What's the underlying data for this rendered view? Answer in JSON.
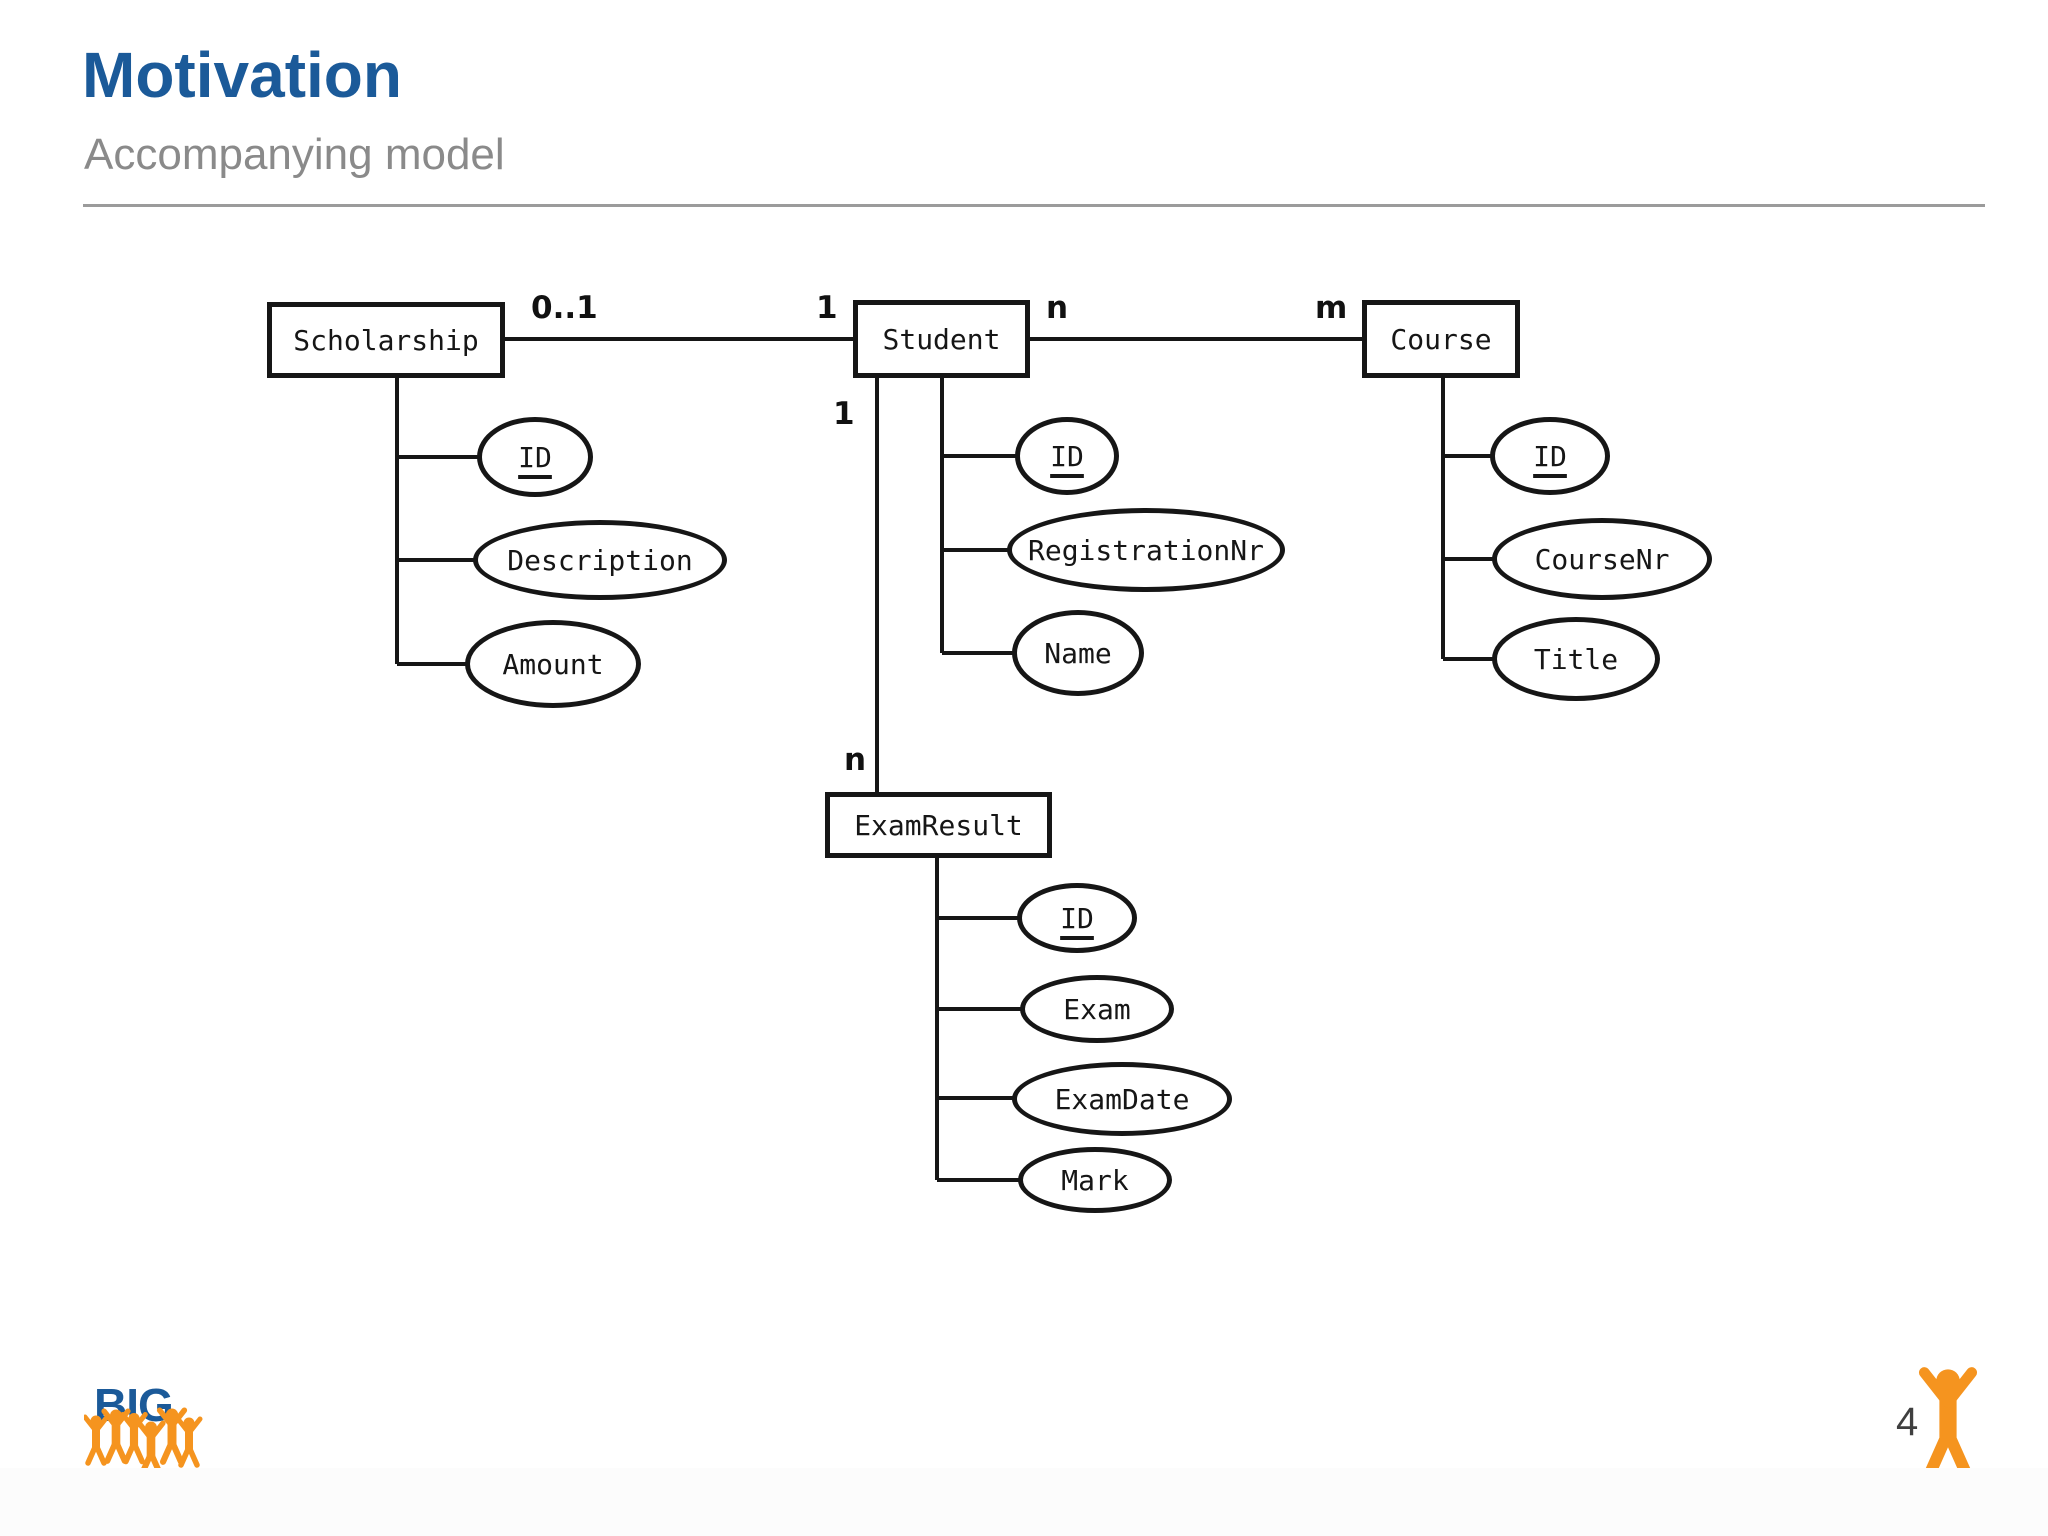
{
  "slide": {
    "title": "Motivation",
    "subtitle": "Accompanying model",
    "page_number": "4"
  },
  "diagram": {
    "type": "entity-relationship",
    "entities": [
      {
        "name": "Scholarship",
        "primary_key": "ID",
        "attributes": [
          "ID",
          "Description",
          "Amount"
        ]
      },
      {
        "name": "Student",
        "primary_key": "ID",
        "attributes": [
          "ID",
          "RegistrationNr",
          "Name"
        ]
      },
      {
        "name": "Course",
        "primary_key": "ID",
        "attributes": [
          "ID",
          "CourseNr",
          "Title"
        ]
      },
      {
        "name": "ExamResult",
        "primary_key": "ID",
        "attributes": [
          "ID",
          "Exam",
          "ExamDate",
          "Mark"
        ]
      }
    ],
    "relationships": [
      {
        "from": "Scholarship",
        "to": "Student",
        "label_near_from": "0..1",
        "label_near_to": "1"
      },
      {
        "from": "Student",
        "to": "Course",
        "label_near_from": "n",
        "label_near_to": "m"
      },
      {
        "from": "Student",
        "to": "ExamResult",
        "label_near_from": "1",
        "label_near_to": "n"
      }
    ]
  },
  "footer": {
    "logo_text": "BIG",
    "logo_icon": "people-celebrating-icon",
    "page_icon": "person-arms-raised-icon"
  },
  "colors": {
    "title_blue": "#1b5a99",
    "subtitle_gray": "#8a8a8a",
    "divider_gray": "#9b9b9b",
    "diagram_ink": "#161616",
    "logo_orange": "#f5941f",
    "logo_blue": "#1b5a99"
  }
}
